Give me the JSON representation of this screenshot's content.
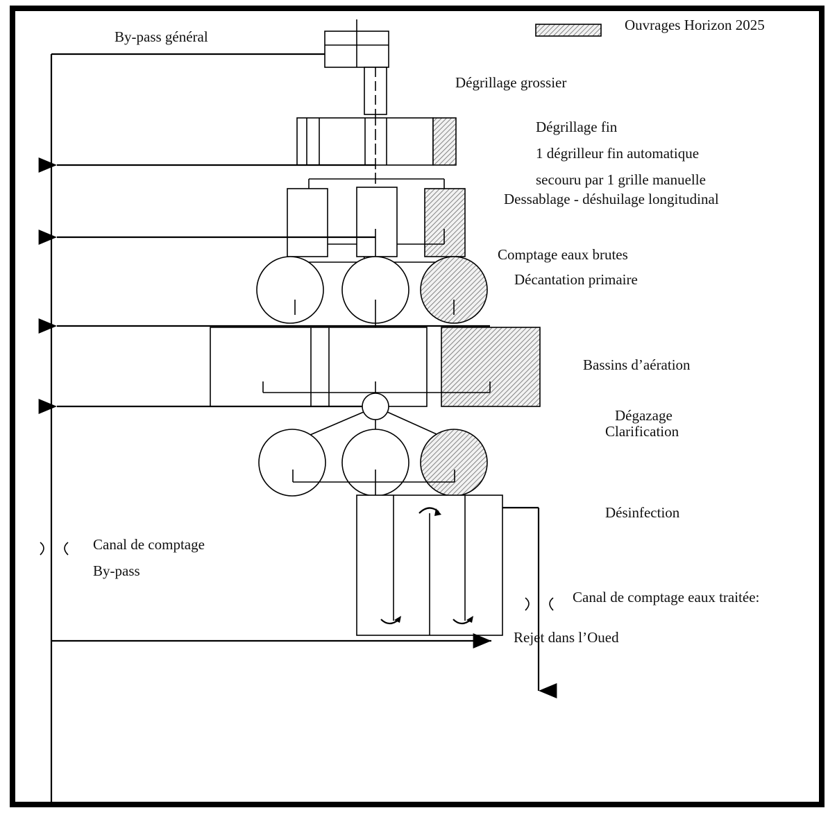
{
  "legend": {
    "label": "Ouvrages Horizon 2025"
  },
  "labels": {
    "bypass_general": "By-pass général",
    "degrillage_grossier": "Dégrillage grossier",
    "degrillage_fin": "Dégrillage fin",
    "degrilleur_1": "1 dégrilleur fin automatique",
    "degrilleur_2": "secouru par 1 grille manuelle",
    "dessablage": "Dessablage - déshuilage longitudinal",
    "comptage_brutes": "Comptage eaux brutes",
    "decantation": "Décantation primaire",
    "bassins": "Bassins d’aération",
    "degazage": "Dégazage",
    "clarification": "Clarification",
    "desinfection": "Désinfection",
    "canal_comptage": "Canal de comptage",
    "bypass": "By-pass",
    "canal_traitees": "Canal de comptage eaux traitée:",
    "rejet": "Rejet dans l’Oued"
  },
  "colors": {
    "line": "#000000",
    "background": "#ffffff",
    "hatch": "#6a6a6a"
  }
}
